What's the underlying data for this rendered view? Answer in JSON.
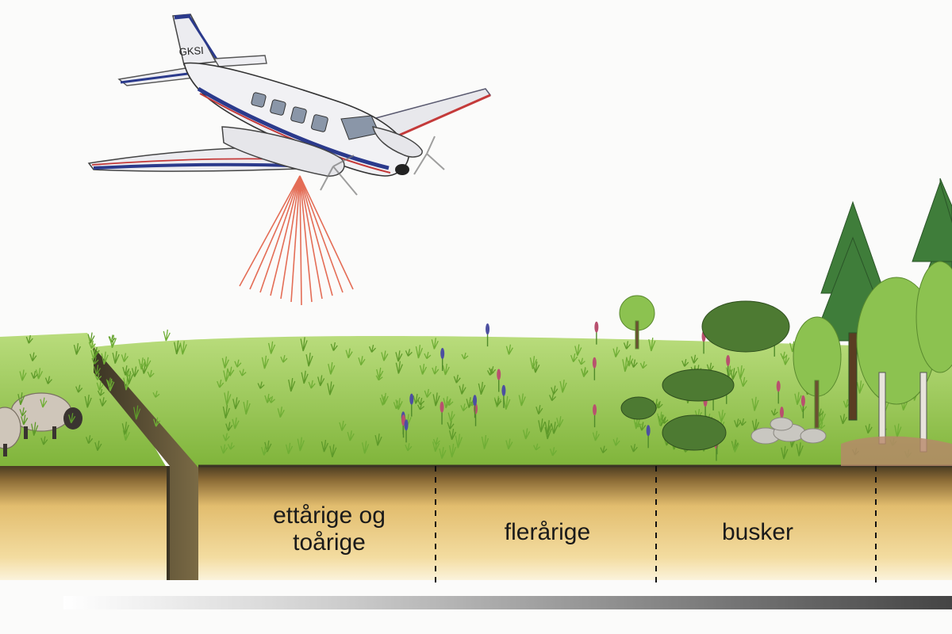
{
  "aircraft": {
    "registration": "GKSI",
    "icon": "airplane-icon",
    "scan_beam_color": "#e0553a"
  },
  "zones": [
    {
      "id": "annual",
      "label": "ettårige og\ntoårige"
    },
    {
      "id": "perennial",
      "label": "flerårige"
    },
    {
      "id": "shrubs",
      "label": "busker"
    }
  ],
  "colors": {
    "grass": "#9ccc4d",
    "soil": "#e9c980",
    "soil_top": "#4a3c22",
    "conifer": "#3f7d3a",
    "deciduous": "#8cc250",
    "sheep": "#cfc6ba"
  },
  "gradient_bar": {
    "from": "#ffffff",
    "to": "#444444"
  }
}
